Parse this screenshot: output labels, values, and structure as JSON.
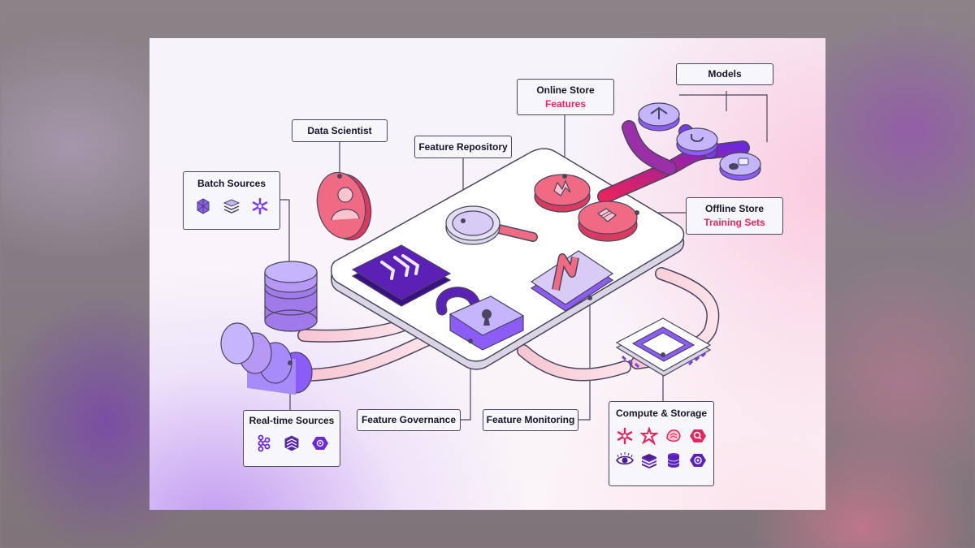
{
  "labels": {
    "data_scientist": "Data Scientist",
    "feature_repository": "Feature Repository",
    "online_store": "Online Store",
    "online_store_sub": "Features",
    "models": "Models",
    "offline_store": "Offline Store",
    "offline_store_sub": "Training Sets",
    "batch_sources": "Batch Sources",
    "realtime_sources": "Real-time Sources",
    "feature_governance": "Feature Governance",
    "feature_monitoring": "Feature Monitoring",
    "compute_storage": "Compute & Storage"
  },
  "icons": {
    "batch_sources": [
      "s3-icon",
      "layers-icon",
      "snowflake-icon"
    ],
    "realtime_sources": [
      "kafka-icon",
      "kinesis-icon",
      "pubsub-icon"
    ],
    "compute_storage": [
      "snowflake-icon",
      "spark-icon",
      "hive-icon",
      "bigquery-icon",
      "eye-icon",
      "redis-icon",
      "database-icon",
      "dataproc-icon"
    ]
  },
  "colors": {
    "purple_dark": "#5b21b6",
    "purple_mid": "#8b5cf6",
    "purple_light": "#c4b5fd",
    "pink": "#f06a84",
    "pink_dark": "#d93a5e",
    "accent_red": "#e8245d",
    "outline": "#4a4560"
  }
}
